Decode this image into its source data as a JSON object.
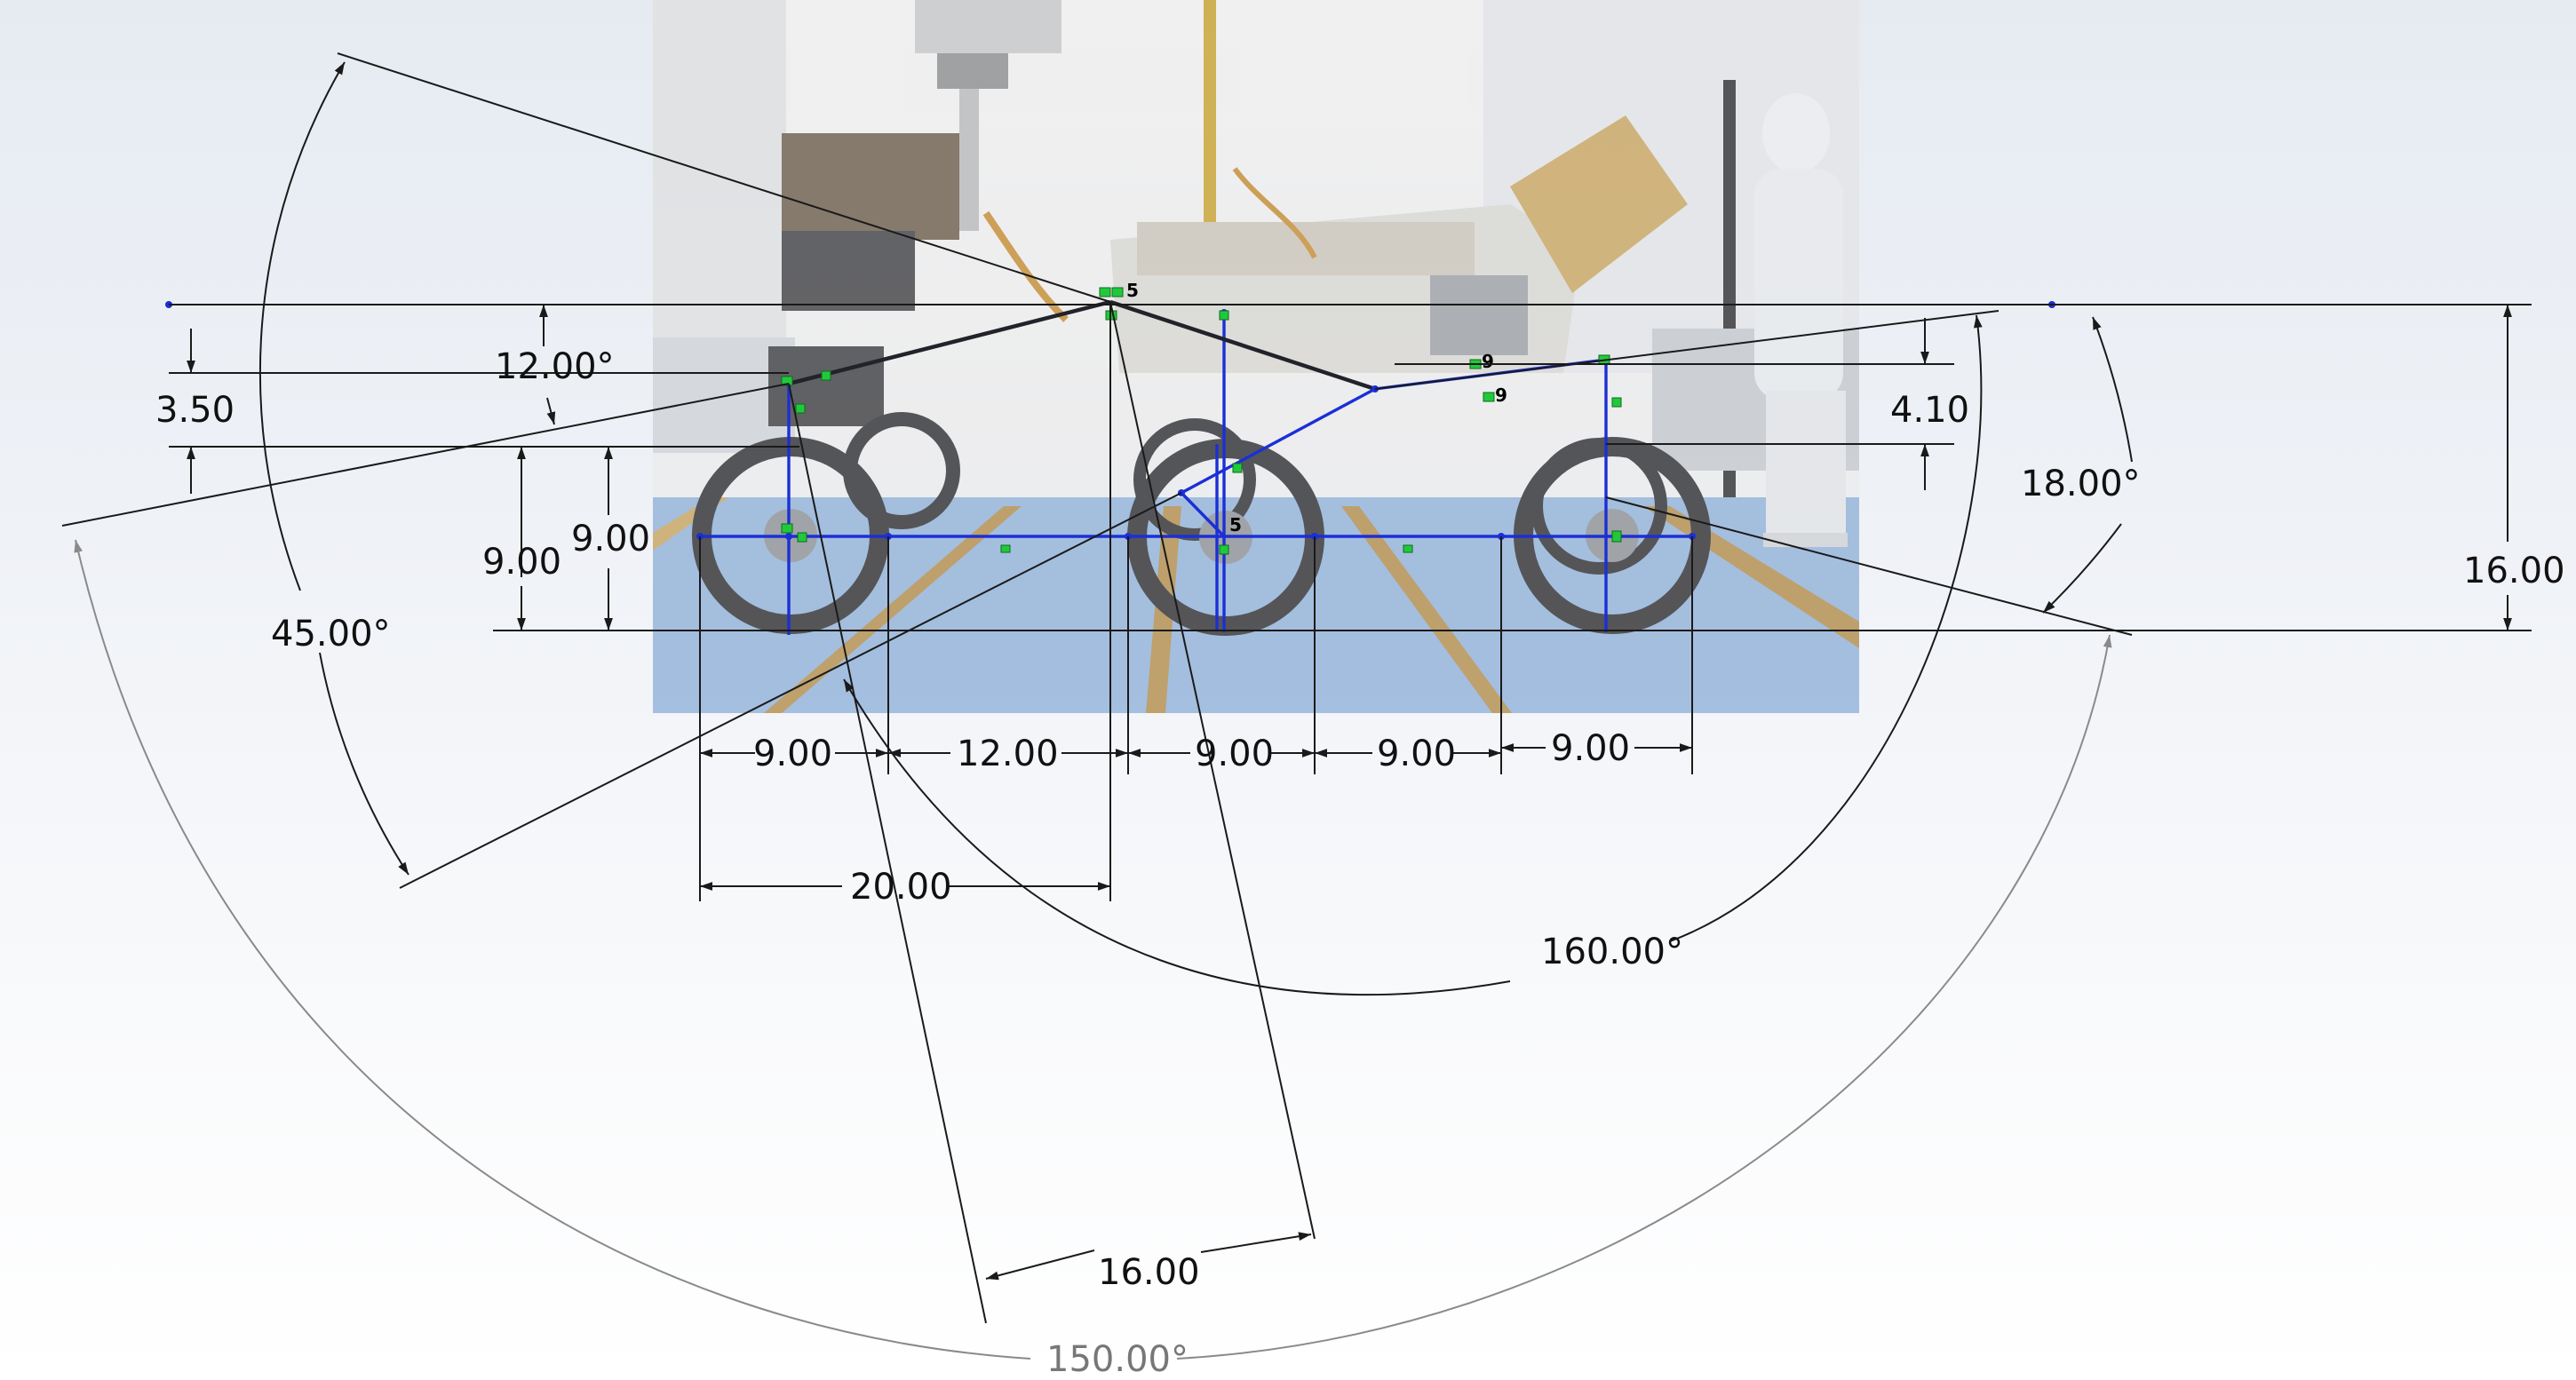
{
  "sketch": {
    "linear_dims": {
      "d_3_50": "3.50",
      "d_9_00_a": "9.00",
      "d_9_00_b": "9.00",
      "d_4_10": "4.10",
      "d_16_00_height": "16.00",
      "d_9_00_c": "9.00",
      "d_12_00": "12.00",
      "d_9_00_d": "9.00",
      "d_9_00_e": "9.00",
      "d_9_00_f": "9.00",
      "d_20_00": "20.00",
      "d_16_00_arm": "16.00"
    },
    "angle_dims": {
      "a_12": "12.00°",
      "a_45": "45.00°",
      "a_18": "18.00°",
      "a_160": "160.00°",
      "a_150": "150.00°"
    },
    "relation_labels": {
      "r5a": "5",
      "r5b": "5",
      "r9a": "9",
      "r9b": "9"
    }
  },
  "colors": {
    "sketch_line": "#1b2fd6",
    "dimension_line": "#1a1a1a",
    "relation": "#21c93a",
    "floor": "#8fb0d8"
  }
}
